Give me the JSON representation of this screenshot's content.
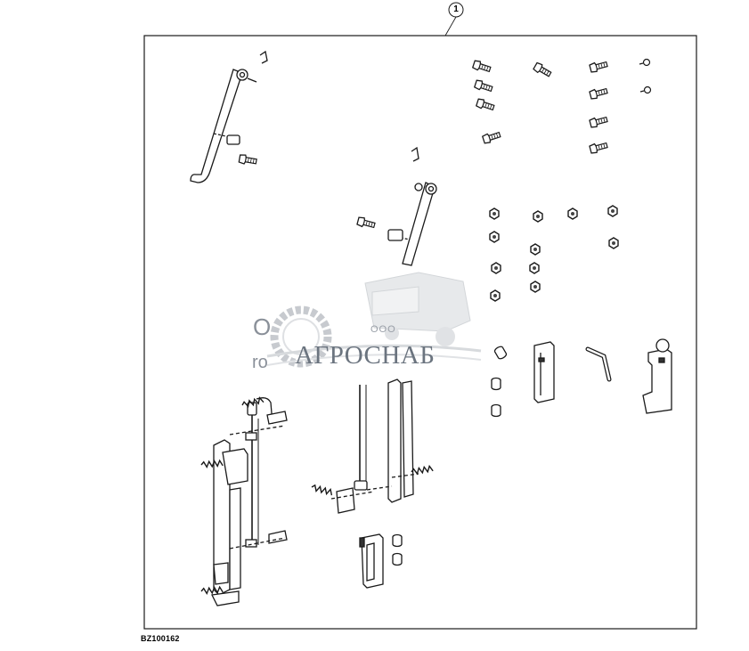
{
  "diagram": {
    "callout_number": "1",
    "figure_code": "BZ100162"
  },
  "watermark": {
    "company_prefix": "ООО",
    "brand_name": "АГРОСНАБ",
    "partial_o": "O",
    "partial_ro": "ro"
  },
  "colors": {
    "line": "#1a1a1a",
    "part_fill": "#ffffff",
    "watermark_gray": "#9aa0a8",
    "watermark_dark": "#6b747f"
  }
}
